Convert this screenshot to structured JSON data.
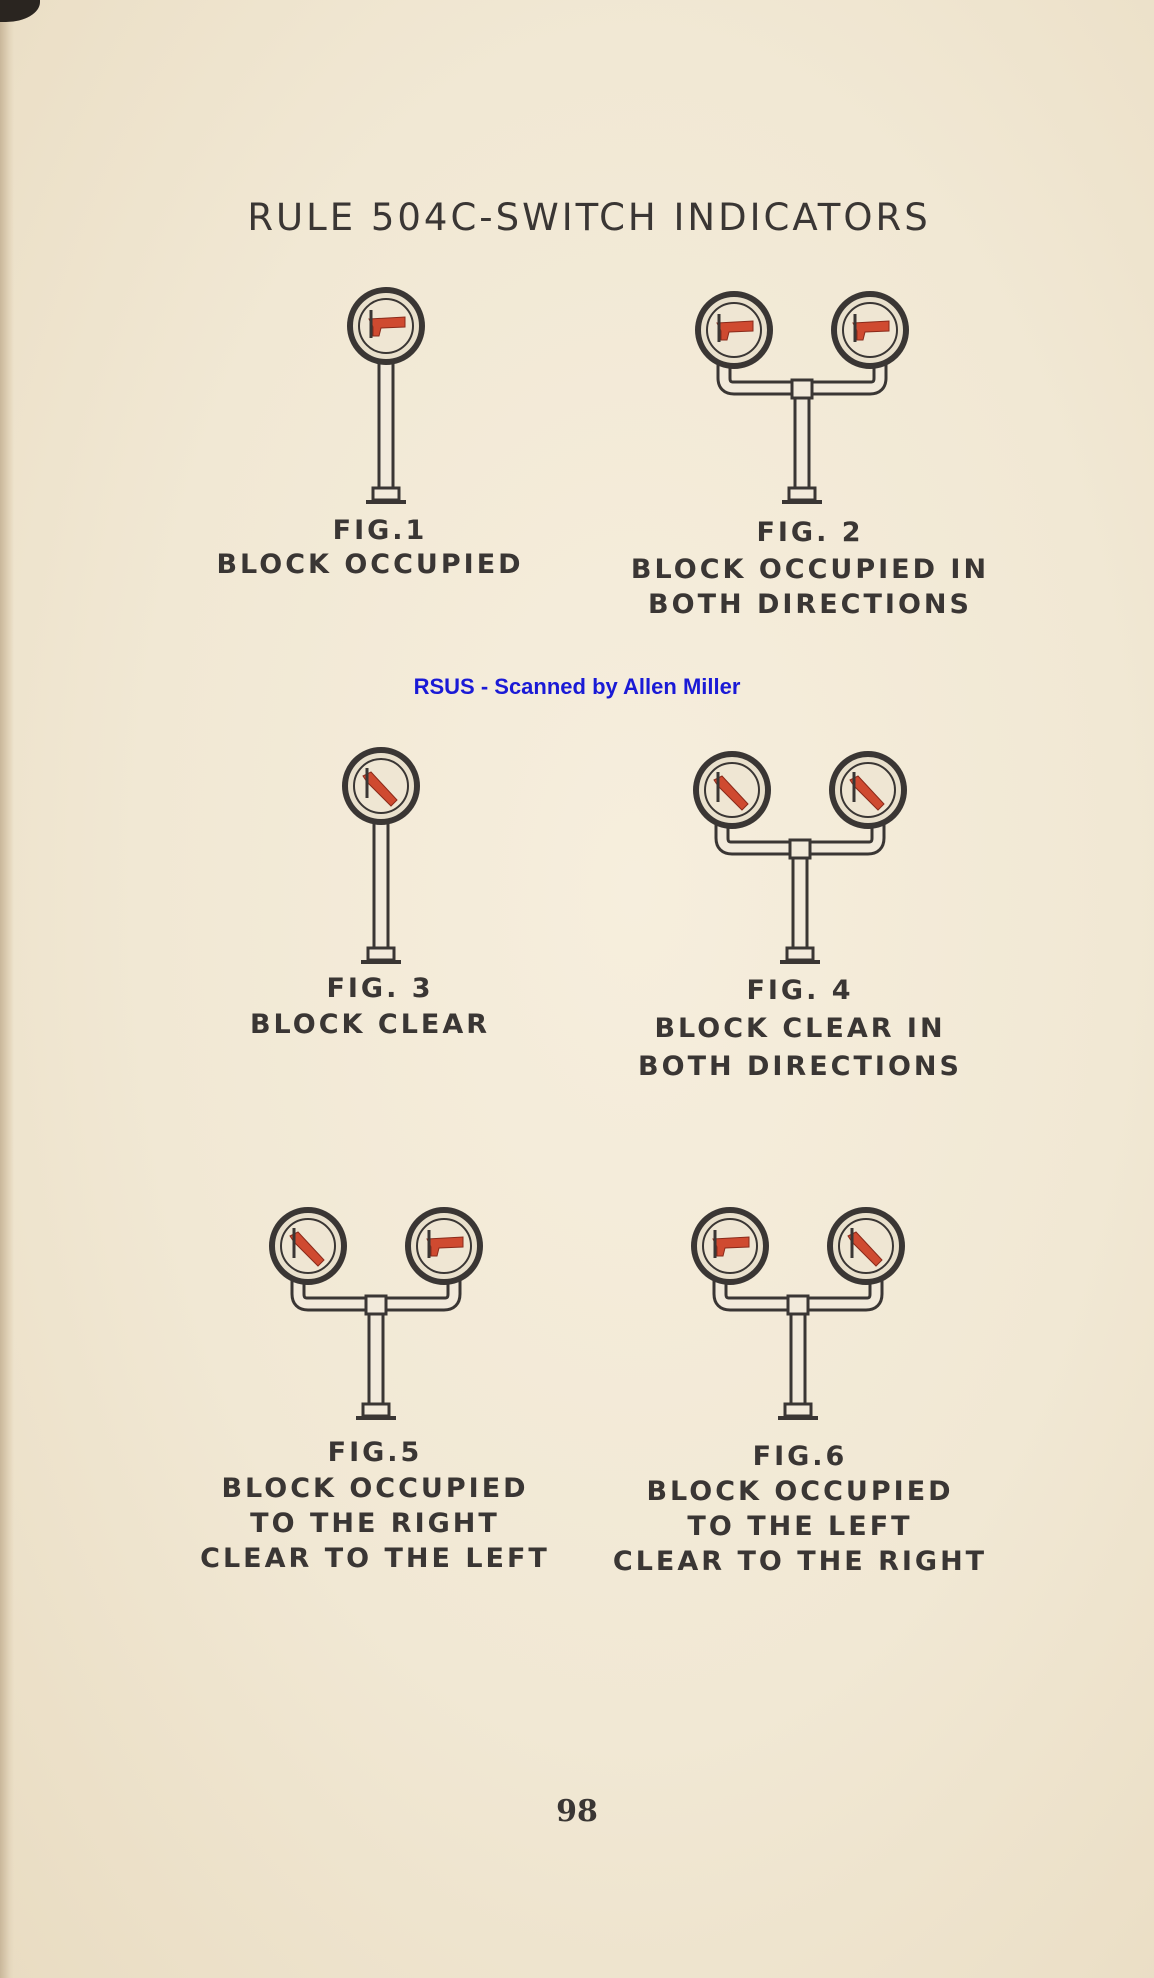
{
  "title": "RULE 504C-SWITCH INDICATORS",
  "credit": "RSUS - Scanned by Allen Miller",
  "page_number": "98",
  "colors": {
    "paper": "#f1e8d4",
    "ink": "#3a3634",
    "signal_red": "#cf4a30",
    "credit_blue": "#1a1ad6"
  },
  "figures": [
    {
      "label": "FIG.1",
      "caption": [
        "BLOCK OCCUPIED"
      ],
      "type": "single",
      "arms": [
        "occupied"
      ]
    },
    {
      "label": "FIG. 2",
      "caption": [
        "BLOCK OCCUPIED IN",
        "BOTH DIRECTIONS"
      ],
      "type": "double",
      "arms": [
        "occupied",
        "occupied"
      ]
    },
    {
      "label": "FIG. 3",
      "caption": [
        "BLOCK  CLEAR"
      ],
      "type": "single",
      "arms": [
        "clear"
      ]
    },
    {
      "label": "FIG. 4",
      "caption": [
        "BLOCK CLEAR IN",
        "BOTH DIRECTIONS"
      ],
      "type": "double",
      "arms": [
        "clear",
        "clear"
      ]
    },
    {
      "label": "FIG.5",
      "caption": [
        "BLOCK OCCUPIED",
        "TO THE RIGHT",
        "CLEAR TO THE LEFT"
      ],
      "type": "double",
      "arms": [
        "clear",
        "occupied"
      ]
    },
    {
      "label": "FIG.6",
      "caption": [
        "BLOCK OCCUPIED",
        "TO THE LEFT",
        "CLEAR TO THE RIGHT"
      ],
      "type": "double",
      "arms": [
        "occupied",
        "clear"
      ]
    }
  ]
}
